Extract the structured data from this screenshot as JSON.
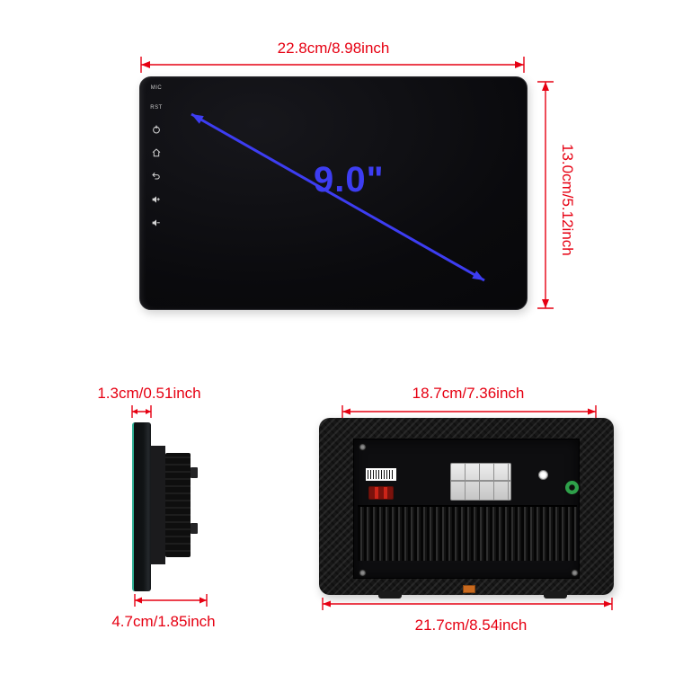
{
  "colors": {
    "dimension_red": "#e60012",
    "arrow_blue": "#3d3df2"
  },
  "front_view": {
    "width_label": "22.8cm/8.98inch",
    "height_label": "13.0cm/5.12inch",
    "screen_size_label": "9.0\"",
    "mic_label": "MIC",
    "rst_label": "RST",
    "icons": [
      "power-icon",
      "home-icon",
      "back-icon",
      "volume-up-icon",
      "volume-down-icon"
    ]
  },
  "side_view": {
    "top_depth_label": "1.3cm/0.51inch",
    "bottom_depth_label": "4.7cm/1.85inch"
  },
  "rear_view": {
    "top_width_label": "18.7cm/7.36inch",
    "bottom_width_label": "21.7cm/8.54inch"
  }
}
